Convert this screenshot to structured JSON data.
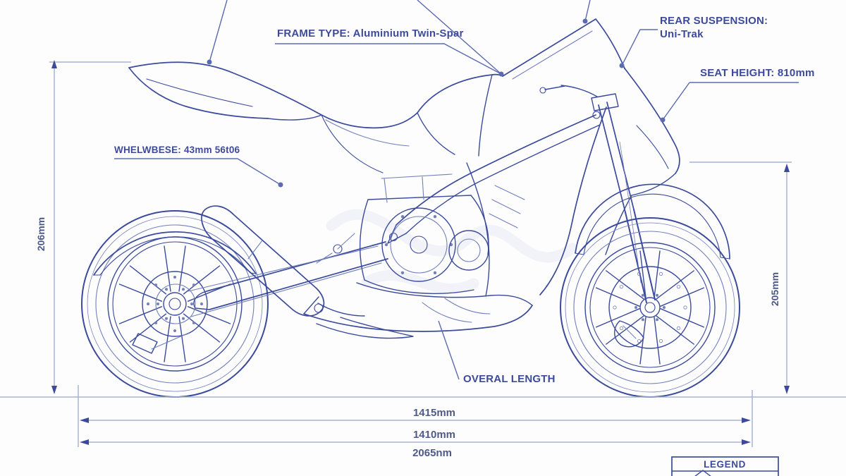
{
  "colors": {
    "background": "#fdfdfe",
    "ink": "#3b4a9b",
    "ink_light": "#7280ba",
    "leader": "#5c6bae",
    "dim_line": "#a7b5d3",
    "label_text": "#3d4a9a",
    "dim_text": "#4e5a87"
  },
  "callouts": {
    "frame_type": "FRAME TYPE: Aluminium Twin-Spar",
    "rear_suspension_title": "REAR SUSPENSION:",
    "rear_suspension_value": "Uni-Trak",
    "seat_height": "SEAT HEIGHT: 810mm",
    "wheelbase": "WHELWBESE: 43mm 56t06",
    "overall_length": "OVERAL LENGTH"
  },
  "dimensions": {
    "rear_height": "206mm",
    "front_height": "205mm",
    "wheelbase_upper": "1415mm",
    "wheelbase_lower": "1410mm",
    "overall": "2065nm"
  },
  "legend": {
    "title": "LEGEND"
  }
}
